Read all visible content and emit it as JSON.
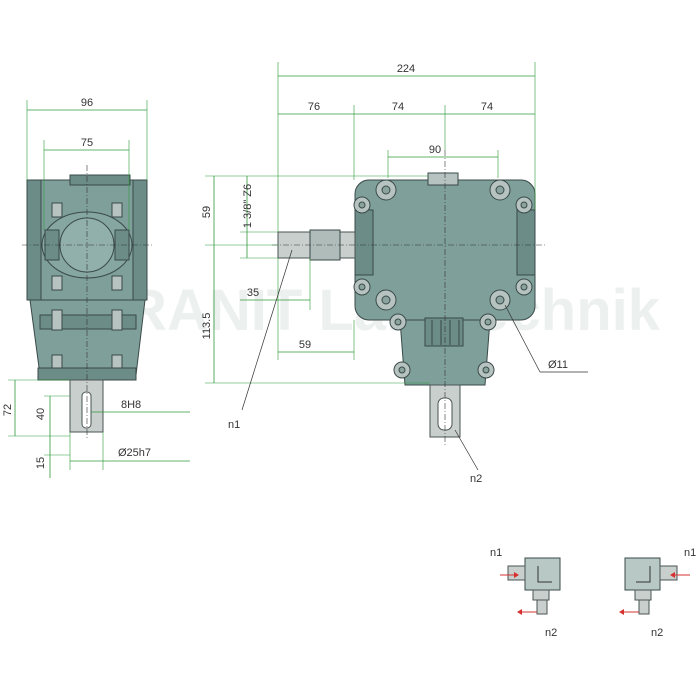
{
  "watermark": "GRANIT Landtechnik",
  "side_view": {
    "dim_width_total": "96",
    "dim_width_inner": "75",
    "dim_key": "8H8",
    "dim_shaft_dia": "Ø25h7",
    "dim_height_72": "72",
    "dim_height_40": "40",
    "dim_height_15": "15"
  },
  "front_view": {
    "dim_total": "224",
    "dim_76": "76",
    "dim_74_a": "74",
    "dim_74_b": "74",
    "dim_90": "90",
    "dim_59_top": "59",
    "dim_spline": "1 3/8\" Z6",
    "dim_35": "35",
    "dim_113_5": "113.5",
    "dim_59_bottom": "59",
    "dim_hole": "Ø11",
    "label_n1": "n1",
    "label_n2": "n2"
  },
  "schematics": {
    "left_n1": "n1",
    "left_n2": "n2",
    "right_n1": "n1",
    "right_n2": "n2"
  },
  "colors": {
    "housing": "#7f9f9a",
    "dimension_lines": "#2f9a3a",
    "direction_arrows": "#d63030"
  }
}
